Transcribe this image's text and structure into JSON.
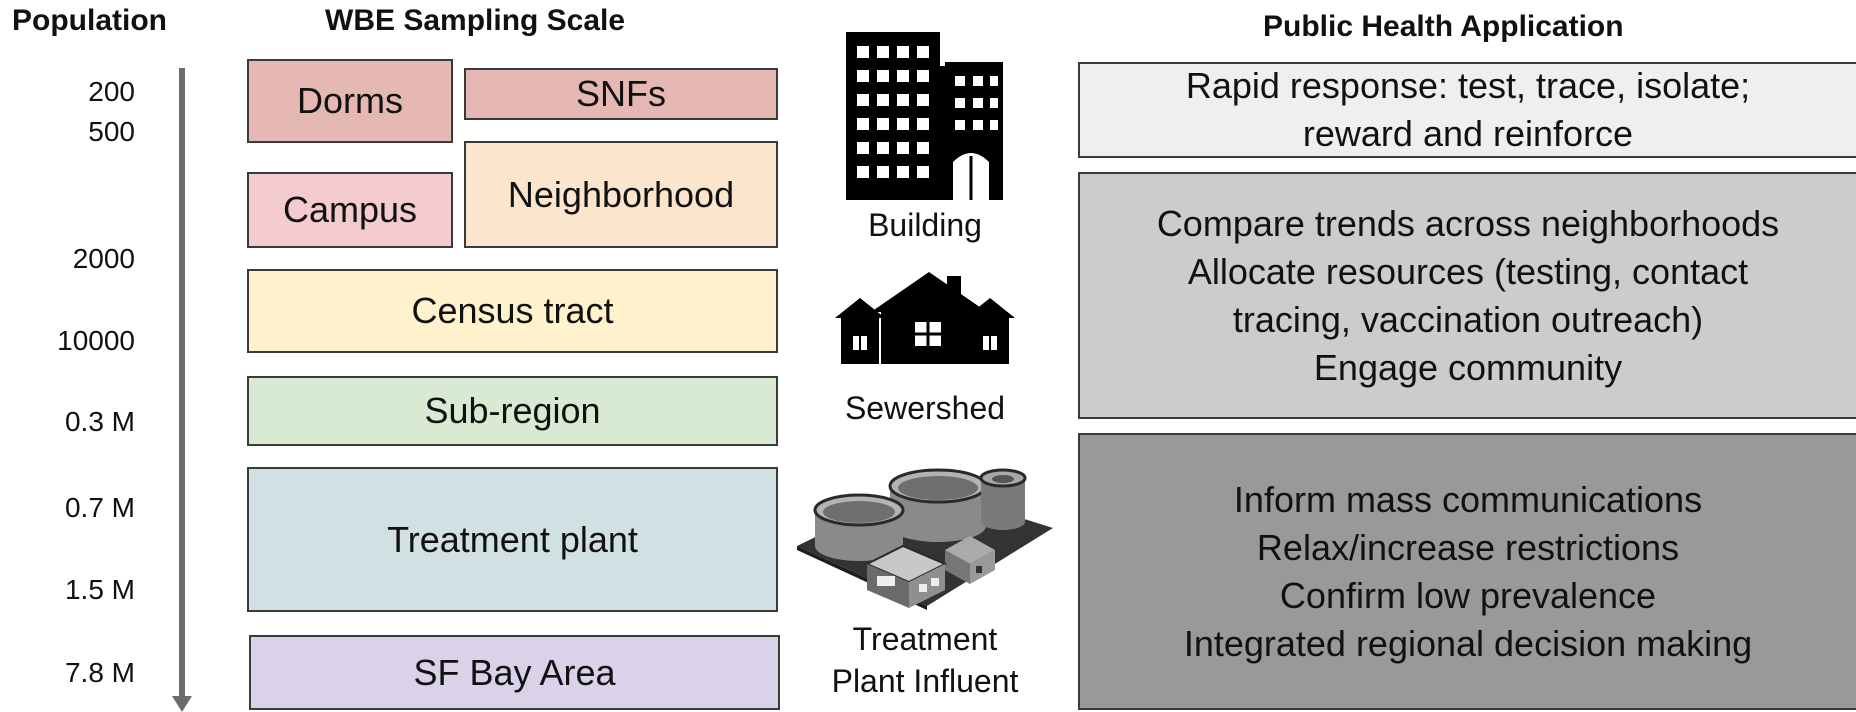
{
  "headers": {
    "population": "Population",
    "sampling_scale": "WBE Sampling Scale",
    "application": "Public Health Application"
  },
  "population_ticks": [
    "200",
    "500",
    "2000",
    "10000",
    "0.3 M",
    "0.7 M",
    "1.5 M",
    "7.8 M"
  ],
  "scales": {
    "dorms": "Dorms",
    "snfs": "SNFs",
    "campus": "Campus",
    "neighborhood": "Neighborhood",
    "census_tract": "Census tract",
    "sub_region": "Sub-region",
    "treatment_plant": "Treatment plant",
    "sf_bay_area": "SF Bay Area"
  },
  "icons": {
    "building": "Building",
    "sewershed": "Sewershed",
    "influent_line1": "Treatment",
    "influent_line2": "Plant Influent"
  },
  "applications": {
    "building": [
      "Rapid response: test, trace, isolate;",
      "reward and reinforce"
    ],
    "sewershed": [
      "Compare trends across neighborhoods",
      "Allocate resources (testing, contact",
      "tracing, vaccination outreach)",
      "Engage community"
    ],
    "influent": [
      "Inform mass communications",
      "Relax/increase restrictions",
      "Confirm low prevalence",
      "Integrated regional decision making"
    ]
  },
  "colors": {
    "dorms_snfs": "#e6b8b4",
    "campus": "#f4ccd0",
    "neighborhood": "#fce5cd",
    "census_tract": "#fff2cc",
    "sub_region": "#d9ead3",
    "treatment_plant": "#d0e0e3",
    "sf_bay_area": "#d9d2e9",
    "app_building": "#efefef",
    "app_sewershed": "#cccccc",
    "app_influent": "#999999"
  }
}
